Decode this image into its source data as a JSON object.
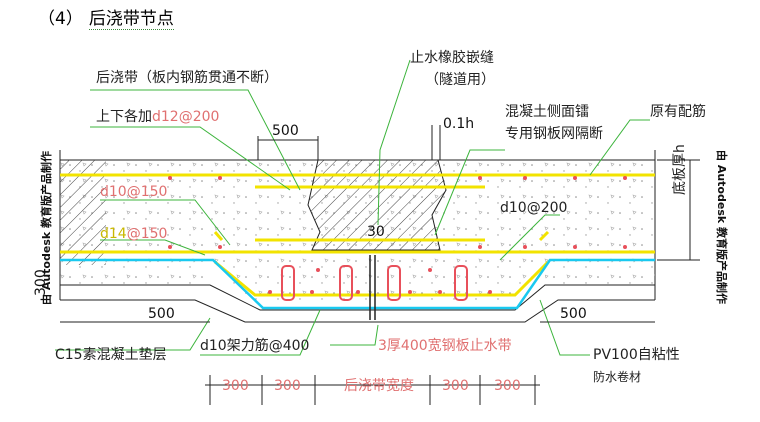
{
  "heading": {
    "number": "（4）",
    "title": "后浇带节点"
  },
  "labels": {
    "post_pour_strip": "后浇带（板内钢筋贯通不断）",
    "top_bottom_rebar_prefix": "上下各加",
    "top_bottom_rebar_value": "d12@200",
    "rubber_waterstop_1": "止水橡胶嵌缝",
    "rubber_waterstop_2": "（隧道用）",
    "side_mesh_1": "混凝土侧面镭",
    "side_mesh_2": "专用钢板网隔断",
    "existing_rebar": "原有配筋",
    "rebar_d10": "d10",
    "rebar_d10_suffix": "@150",
    "rebar_d14": "d14",
    "rebar_d14_suffix": "@150",
    "rebar_d10_200": "d10@200",
    "slab_thickness": "底板厚h",
    "c15_cushion": "C15素混凝土垫层",
    "erection_bar": "d10架力筋@400",
    "steel_waterstop": "3厚400宽钢板止水带",
    "pv100_1": "PV100自粘性",
    "pv100_2": "防水卷材",
    "post_pour_width": "后浇带宽度",
    "autodesk_left": "由 Autodesk 教育版产品制作",
    "autodesk_right": "由 Autodesk 教育版产品制作"
  },
  "dimensions": {
    "d500_top": "500",
    "d01h": "0.1h",
    "d30": "30",
    "d300_left": "300",
    "d500_left": "500",
    "d500_right": "500",
    "d300_b1": "300",
    "d300_b2": "300",
    "d300_b3": "300",
    "d300_b4": "300"
  },
  "colors": {
    "rebar": "#f2e300",
    "waterproof": "#19c9f0",
    "stirrup": "#e8505b",
    "leader": "#3cb43c"
  }
}
